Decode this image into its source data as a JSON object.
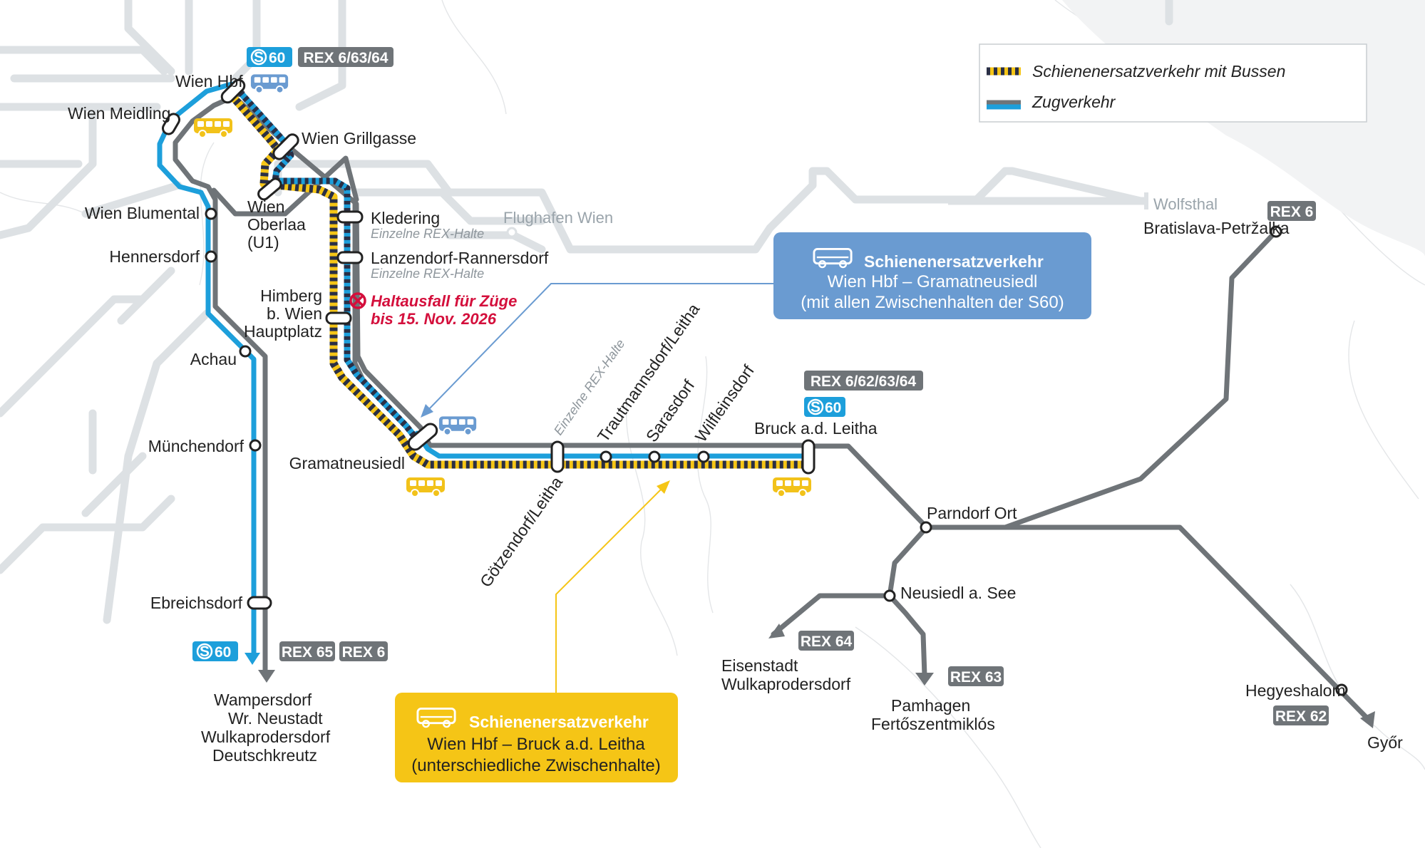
{
  "legend": {
    "sev": "Schienenersatzverkehr mit Bussen",
    "train": "Zugverkehr"
  },
  "stations": {
    "wien_hbf": "Wien Hbf",
    "wien_meidling": "Wien Meidling",
    "wien_grillgasse": "Wien Grillgasse",
    "wien_oberlaa_1": "Wien",
    "wien_oberlaa_2": "Oberlaa",
    "wien_oberlaa_3": "(U1)",
    "wien_blumental": "Wien Blumental",
    "hennersdorf": "Hennersdorf",
    "achau": "Achau",
    "muenchendorf": "Münchendorf",
    "ebreichsdorf": "Ebreichsdorf",
    "kledering": "Kledering",
    "lanzendorf": "Lanzendorf-Rannersdorf",
    "himberg_1": "Himberg",
    "himberg_2": "b. Wien",
    "himberg_3": "Hauptplatz",
    "gramatneusiedl": "Gramatneusiedl",
    "goetzendorf": "Götzendorf/Leitha",
    "trautmannsdorf": "Trautmannsdorf/Leitha",
    "sarasdorf": "Sarasdorf",
    "wilfleinsdorf": "Wilfleinsdorf",
    "bruck": "Bruck a.d. Leitha",
    "parndorf": "Parndorf Ort",
    "neusiedl": "Neusiedl a. See",
    "eisenstadt_1": "Eisenstadt",
    "eisenstadt_2": "Wulkaprodersdorf",
    "pamhagen_1": "Pamhagen",
    "pamhagen_2": "Fertőszentmiklós",
    "bratislava": "Bratislava-Petržalka",
    "hegyeshalom": "Hegyeshalom",
    "gyor": "Győr",
    "wampersdorf_1": "Wampersdorf",
    "wampersdorf_2": "Wr. Neustadt",
    "wampersdorf_3": "Wulkaprodersdorf",
    "wampersdorf_4": "Deutschkreutz",
    "flughafen": "Flughafen Wien",
    "wolfsthal": "Wolfsthal"
  },
  "notes": {
    "rex_halte_1": "Einzelne REX-Halte",
    "rex_halte_2": "Einzelne REX-Halte",
    "rex_halte_3": "Einzelne REX-Halte",
    "haltausfall_1": "Haltausfall für Züge",
    "haltausfall_2": "bis 15. Nov. 2026"
  },
  "badges": {
    "s60_top": "60",
    "rex_top": "REX 6/63/64",
    "rex_bruck": "REX 6/62/63/64",
    "s60_bruck": "60",
    "s60_bottom": "60",
    "rex65": "REX 65",
    "rex6_bottom": "REX 6",
    "rex6_bratislava": "REX 6",
    "rex64": "REX 64",
    "rex63": "REX 63",
    "rex62": "REX 62"
  },
  "blue_box": {
    "title": "Schienenersatzverkehr",
    "line1": "Wien Hbf – Gramatneusiedl",
    "line2": "(mit allen Zwischenhalten der S60)"
  },
  "yellow_box": {
    "title": "Schienenersatzverkehr",
    "line1": "Wien Hbf – Bruck a.d. Leitha",
    "line2": "(unterschiedliche Zwischenhalte)"
  },
  "colors": {
    "grey_line": "#6f7478",
    "blue_line": "#1d9fdb",
    "yellow": "#f5c516",
    "dash_dark": "#2a2f45",
    "bus_blue": "#6a9bd1",
    "bus_yellow": "#f2c21a",
    "red": "#d40f3c",
    "bg_network": "#dde1e4"
  }
}
